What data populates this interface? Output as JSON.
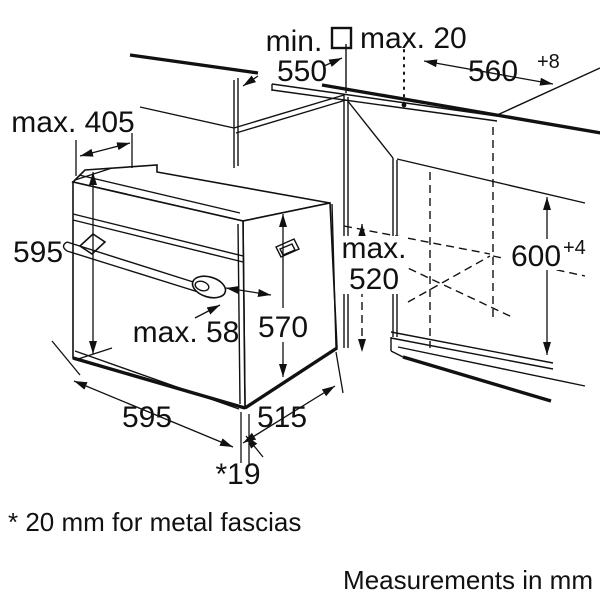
{
  "diagram": {
    "type": "technical-installation-drawing",
    "subject": "built-in oven and cabinet niche",
    "units_note": "Measurements in mm",
    "footnote": "* 20 mm for metal fascias",
    "colors": {
      "line": "#111111",
      "background": "#ffffff"
    },
    "dimensions": {
      "worktop_depth_prefix": "min.",
      "worktop_depth_value": "550",
      "fascia_gap_label": "max. 20",
      "niche_width_value": "560",
      "niche_width_tolerance": "+8",
      "top_clearance_label": "max. 405",
      "oven_front_height_value": "595",
      "niche_usable_depth_prefix": "max.",
      "niche_usable_depth_value": "520",
      "niche_height_value": "600",
      "niche_height_tolerance": "+4",
      "handle_projection_label": "max. 58",
      "oven_body_height_value": "570",
      "oven_width_value": "595",
      "oven_body_depth_value": "515",
      "fascia_offset_label": "*19"
    }
  }
}
